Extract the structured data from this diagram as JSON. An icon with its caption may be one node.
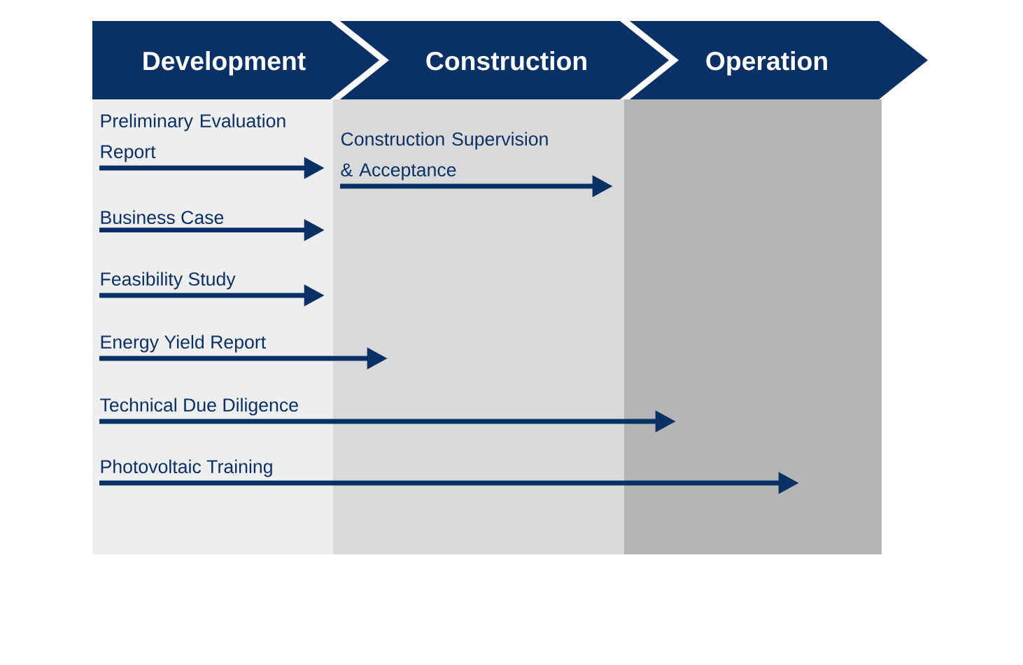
{
  "diagram": {
    "nodes": [
      {
        "text": [
          "Development"
        ]
      },
      {
        "text": [
          "Construction"
        ]
      },
      {
        "text": [
          "Operation"
        ]
      },
      {
        "text": [
          "Preliminary Evaluation Report"
        ]
      },
      {
        "text": [
          "Construction Supervision & Acceptance"
        ]
      },
      {
        "text": [
          "Business Case"
        ]
      },
      {
        "text": [
          "Feasibility Study"
        ]
      },
      {
        "text": [
          "Energy Yield Report"
        ]
      },
      {
        "text": [
          "Technical Due Diligence"
        ]
      },
      {
        "text": [
          "Photovoltaic Training"
        ]
      }
    ],
    "edges": [
      {
        "from": 3,
        "to": null,
        "arrow": "to"
      },
      {
        "from": 4,
        "to": null,
        "arrow": "to"
      },
      {
        "from": 5,
        "to": null,
        "arrow": "to"
      },
      {
        "from": 6,
        "to": null,
        "arrow": "to"
      },
      {
        "from": 7,
        "to": null,
        "arrow": "to"
      },
      {
        "from": 8,
        "to": null,
        "arrow": "to"
      },
      {
        "from": 9,
        "to": null,
        "arrow": "to"
      }
    ]
  }
}
